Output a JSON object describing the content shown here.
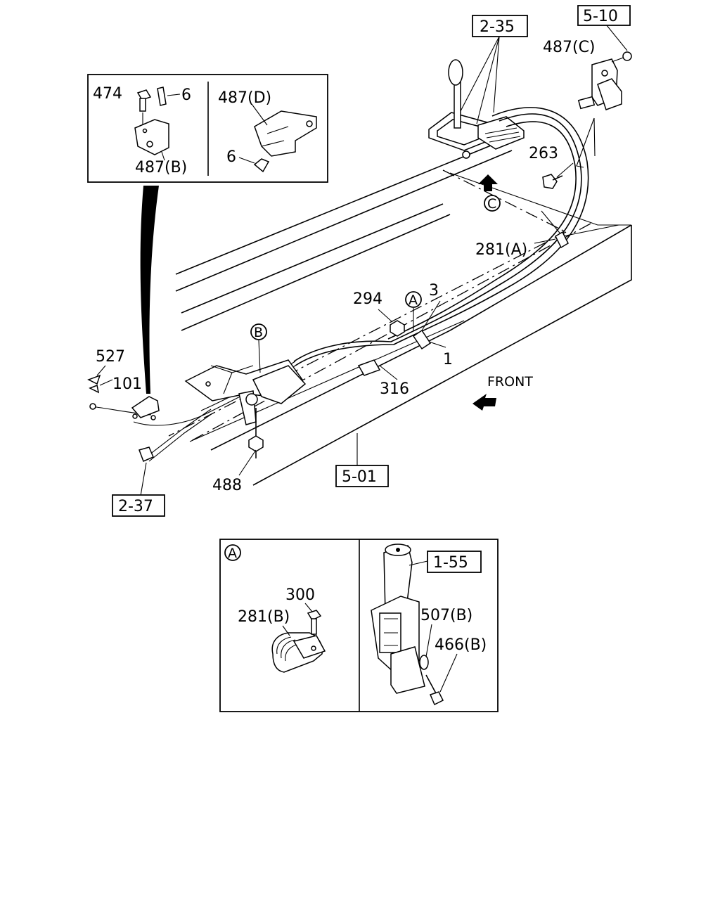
{
  "refs": {
    "r2_35": "2-35",
    "r5_10": "5-10",
    "r5_01": "5-01",
    "r2_37": "2-37",
    "r1_55": "1-55"
  },
  "parts": {
    "p474": "474",
    "p6a": "6",
    "p6b": "6",
    "p487b": "487(B)",
    "p487d": "487(D)",
    "p487c": "487(C)",
    "p263": "263",
    "p281a": "281(A)",
    "p294": "294",
    "p3": "3",
    "p1": "1",
    "p316": "316",
    "p527": "527",
    "p101": "101",
    "p488": "488",
    "p300": "300",
    "p281b": "281(B)",
    "p507b": "507(B)",
    "p466b": "466(B)"
  },
  "callouts": {
    "A_main": "A",
    "B_main": "B",
    "C_main": "C",
    "A_detail": "A"
  },
  "front_label": "FRONT"
}
